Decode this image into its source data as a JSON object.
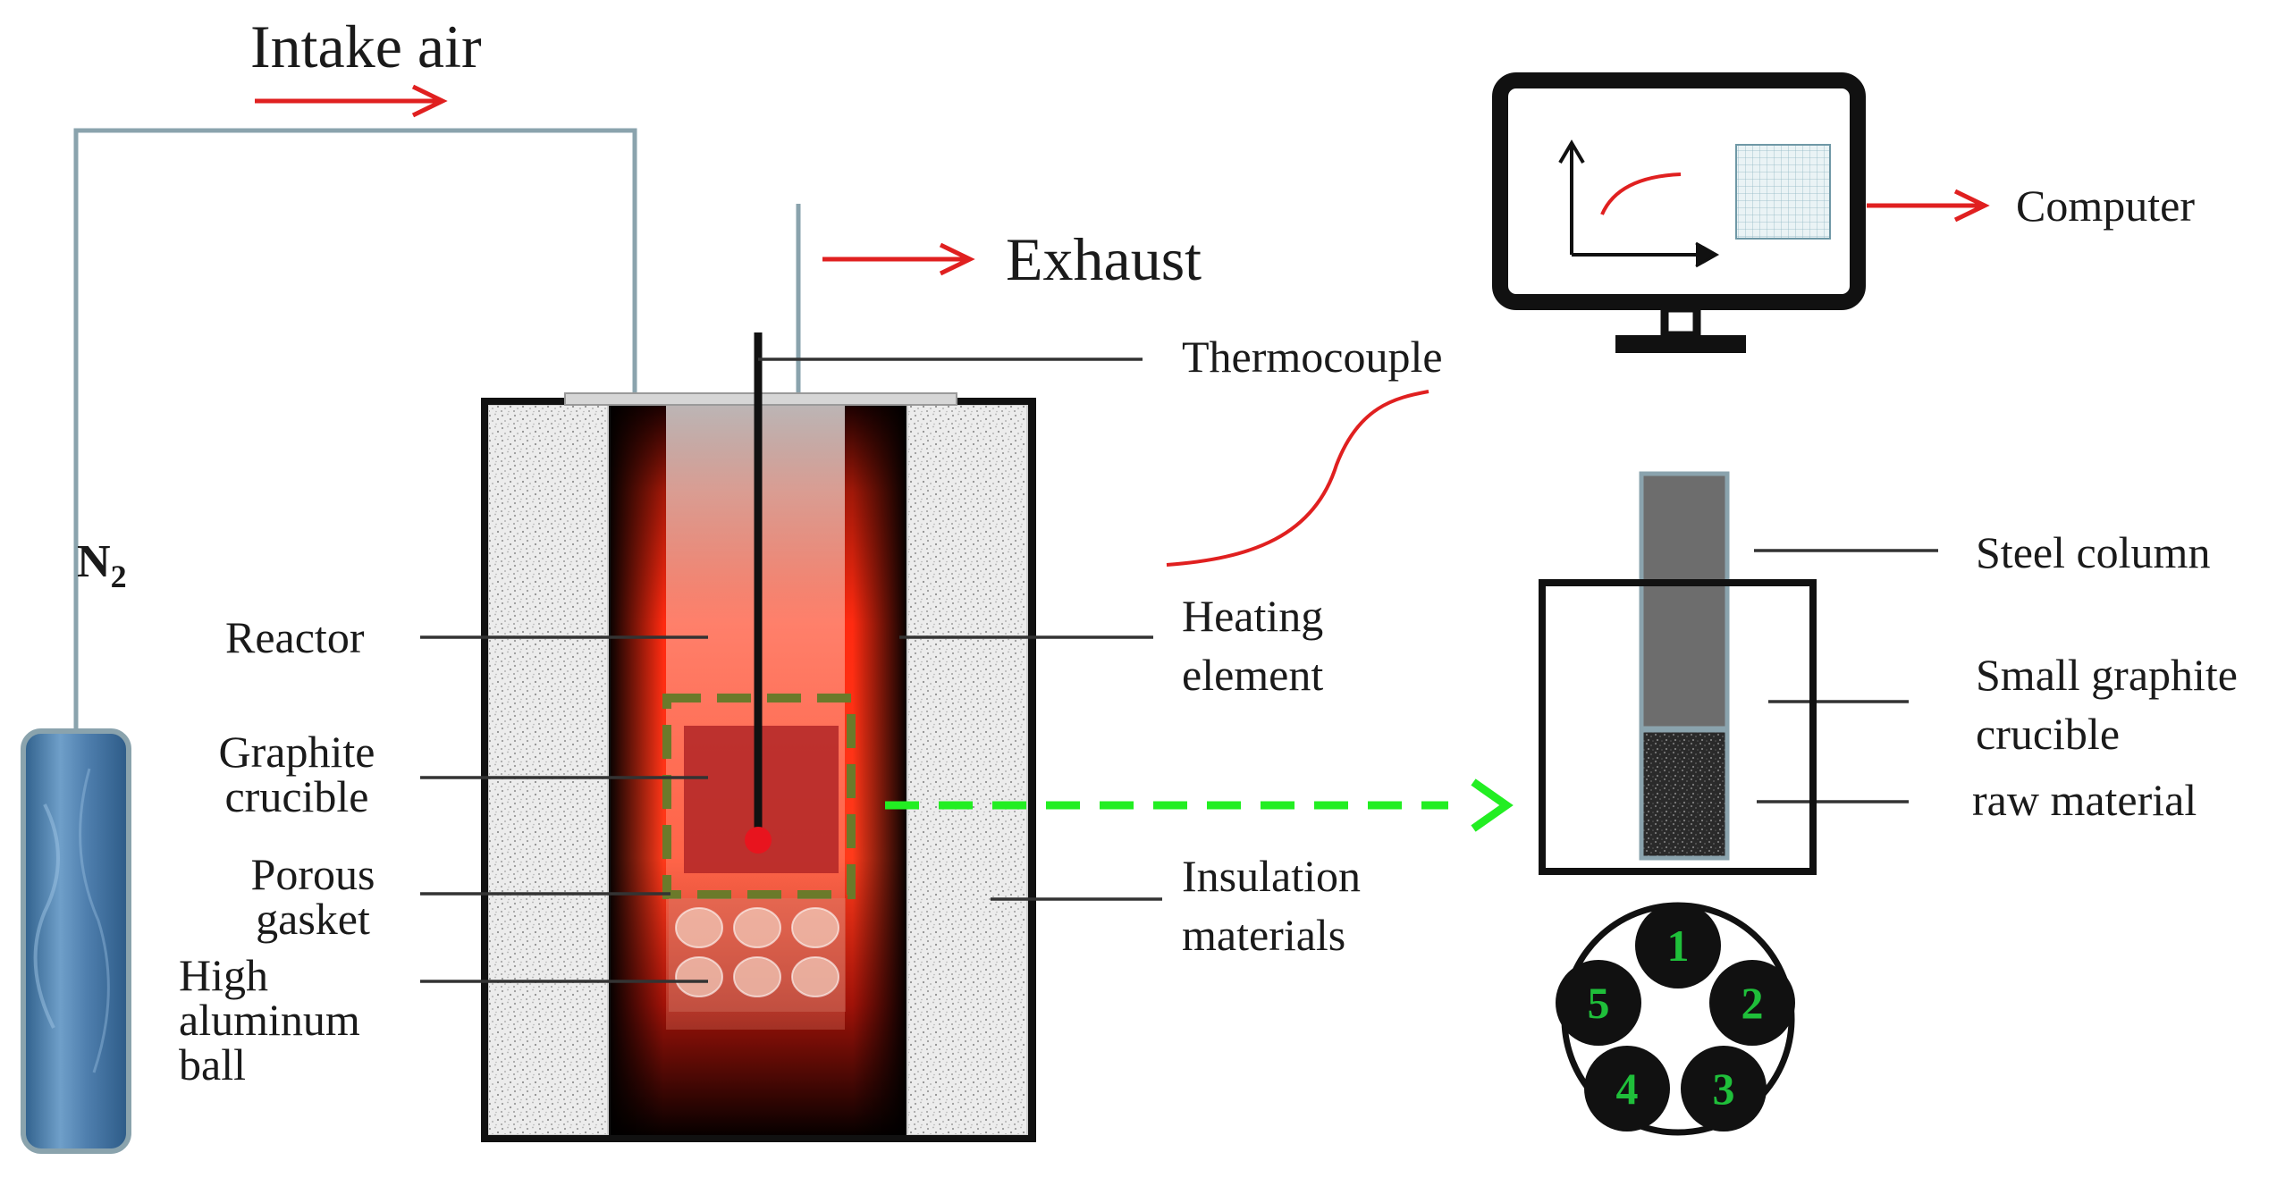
{
  "labels": {
    "intake_air": "Intake air",
    "exhaust": "Exhaust",
    "computer": "Computer",
    "thermocouple": "Thermocouple",
    "n2_main": "N",
    "n2_sub": "2",
    "reactor": "Reactor",
    "graphite_crucible_1": "Graphite",
    "graphite_crucible_2": "crucible",
    "porous_gasket_1": "Porous",
    "porous_gasket_2": "gasket",
    "high_alumina_1": "High",
    "high_alumina_2": "aluminum",
    "high_alumina_3": "ball",
    "heating_element_1": "Heating",
    "heating_element_2": "element",
    "insulation_1": "Insulation",
    "insulation_2": "materials",
    "steel_column": "Steel column",
    "small_crucible_1": "Small graphite",
    "small_crucible_2": "crucible",
    "raw_material": "raw material"
  },
  "crucible_positions": [
    "1",
    "2",
    "3",
    "4",
    "5"
  ],
  "colors": {
    "arrow_red": "#e02020",
    "gas_line": "#8aa3ad",
    "dashed_green": "#22ee22",
    "crucible_position_text": "#1fbf3a",
    "heater_red": "#ff2a10",
    "crucible_red": "#b42828"
  }
}
